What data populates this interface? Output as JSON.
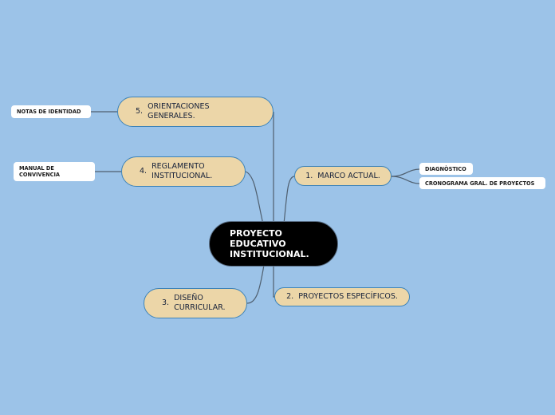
{
  "central": {
    "text": "PROYECTO\nEDUCATIVO\nINSTITUCIONAL."
  },
  "branches": [
    {
      "number": "1.",
      "text": "MARCO ACTUAL.",
      "children": [
        "DIAGNÒSTICO",
        "CRONOGRAMA GRAL. DE PROYECTOS"
      ]
    },
    {
      "number": "2.",
      "text": "PROYECTOS ESPECÍFICOS.",
      "children": []
    },
    {
      "number": "3.",
      "text": "DISEÑO\nCURRICULAR.",
      "children": []
    },
    {
      "number": "4.",
      "text": "REGLAMENTO\nINSTITUCIONAL.",
      "children": [
        "MANUAL DE\nCONVIVENCIA"
      ]
    },
    {
      "number": "5.",
      "text": "ORIENTACIONES\nGENERALES.",
      "children": [
        "NOTAS DE IDENTIDAD"
      ]
    }
  ],
  "colors": {
    "background": "#9cc3e8",
    "central_fill": "#000000",
    "branch_fill": "#ecd6a8",
    "branch_border": "#3d83b8",
    "connector": "#4f5f6f"
  }
}
